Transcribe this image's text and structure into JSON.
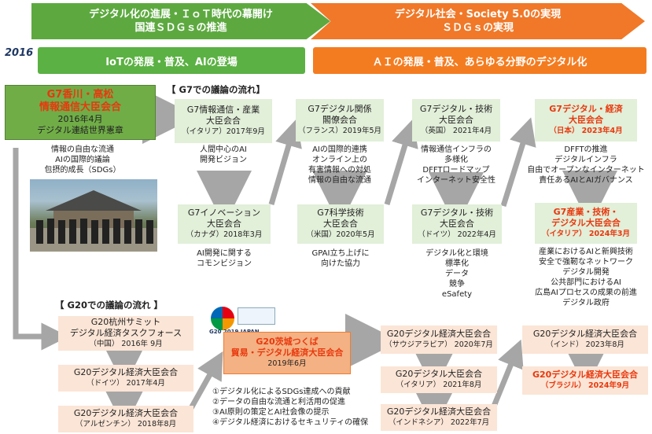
{
  "header": {
    "arrow_left_line1": "デジタル化の進展・ＩｏＴ時代の幕開け",
    "arrow_left_line2": "国連ＳＤＧｓの推進",
    "arrow_right_line1": "デジタル社会・Society 5.0の実現",
    "arrow_right_line2": "ＳＤＧｓの実現",
    "year": "2016",
    "band_left": "IoTの発展・普及、AIの登場",
    "band_right": "ＡＩの発展・普及、あらゆる分野のデジタル化"
  },
  "sections": {
    "g7": "【 G7での議論の流れ】",
    "g20": "【 G20での議論の流れ 】"
  },
  "g7": {
    "kagawa": {
      "title1": "G7香川・高松",
      "title2": "情報通信大臣会合",
      "date": "2016年4月",
      "sub": "デジタル連結世界憲章",
      "notes": [
        "情報の自由な流通",
        "AIの国際的議論",
        "包摂的成長（SDGs）"
      ]
    },
    "italy2017": {
      "title1": "G7情報通信・産業",
      "title2": "大臣会合",
      "sub": "（イタリア）2017年9月",
      "notes": [
        "人間中心のAI",
        "開発ビジョン"
      ]
    },
    "canada2018": {
      "title1": "G7イノベーション",
      "title2": "大臣会合",
      "sub": "（カナダ）2018年3月",
      "notes": [
        "AI開発に関する",
        "コモンビジョン"
      ]
    },
    "france2019": {
      "title1": "G7デジタル関係",
      "title2": "閣僚会合",
      "sub": "（フランス）2019年5月",
      "notes": [
        "AIの国際的連携",
        "オンライン上の",
        "有害情報への対処",
        "情報の自由な流通"
      ]
    },
    "usa2020": {
      "title1": "G7科学技術",
      "title2": "大臣会合",
      "sub": "（米国）2020年5月",
      "notes": [
        "GPAI立ち上げに",
        "向けた協力"
      ]
    },
    "uk2021": {
      "title1": "G7デジタル・技術",
      "title2": "大臣会合",
      "sub": "（英国） 2021年4月",
      "notes": [
        "情報通信インフラの",
        "多様化",
        "DFFTロードマップ",
        "インターネット安全性"
      ]
    },
    "germany2022": {
      "title1": "G7デジタル・技術",
      "title2": "大臣会合",
      "sub": "（ドイツ） 2022年4月",
      "notes": [
        "デジタル化と環境",
        "標準化",
        "データ",
        "競争",
        "eSafety"
      ]
    },
    "japan2023": {
      "title1": "G7デジタル・経済",
      "title2": "大臣会合",
      "sub": "（日本） 2023年4月",
      "notes": [
        "DFFTの推進",
        "デジタルインフラ",
        "自由でオープンなインターネット",
        "責任あるAIとAIガバナンス"
      ]
    },
    "italy2024": {
      "title1": "G7産業・技術・",
      "title2": "デジタル大臣会合",
      "sub": "（イタリア） 2024年3月",
      "notes": [
        "産業におけるAIと新興技術",
        "安全で強靭なネットワーク",
        "デジタル開発",
        "公共部門におけるAI",
        "広島AIプロセスの成果の前進",
        "デジタル政府"
      ]
    }
  },
  "g20": {
    "hangzhou": {
      "title1": "G20杭州サミット",
      "title2": "デジタル経済タスクフォース",
      "sub": "（中国） 2016年 9月"
    },
    "germany2017": {
      "title1": "G20デジタル経済大臣会合",
      "sub": "（ドイツ） 2017年4月"
    },
    "argentina2018": {
      "title1": "G20デジタル経済大臣会合",
      "sub": "（アルゼンチン） 2018年8月"
    },
    "ibaraki2019": {
      "title1": "G20茨城つくば",
      "title2": "貿易・デジタル経済大臣会合",
      "sub": "2019年6月",
      "notes": [
        "①デジタル化によるSDGs達成への貢献",
        "②データの自由な流通と利活用の促進",
        "③AI原則の策定とAI社会像の提示",
        "④デジタル経済におけるセキュリティの確保"
      ]
    },
    "saudi2020": {
      "title1": "G20デジタル経済大臣会合",
      "sub": "（サウジアラビア） 2020年7月"
    },
    "italy2021": {
      "title1": "G20デジタル大臣会合",
      "sub": "（イタリア） 2021年8月"
    },
    "indonesia2022": {
      "title1": "G20デジタル経済大臣会合",
      "sub": "（インドネシア） 2022年7月"
    },
    "india2023": {
      "title1": "G20デジタル経済大臣会合",
      "sub": "（インド） 2023年8月"
    },
    "brazil2024": {
      "title1": "G20デジタル経済大臣会合",
      "sub": "（ブラジル） 2024年9月"
    }
  },
  "logo": {
    "text": "G20 2019 JAPAN"
  },
  "colors": {
    "green": "#5da940",
    "orange": "#f07828",
    "light_green": "#e2efd9",
    "light_orange": "#fbe5d6",
    "red_text": "#e8380d",
    "arrow_gray": "#a6a6a6"
  }
}
